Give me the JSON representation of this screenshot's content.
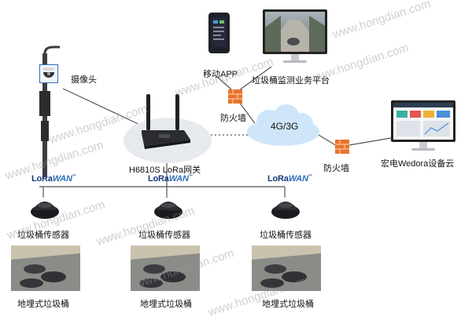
{
  "labels": {
    "camera": "摄像头",
    "mobile_app": "移动APP",
    "platform": "垃圾桶监测业务平台",
    "firewall_1": "防火墙",
    "firewall_2": "防火墙",
    "cloud": "4G/3G",
    "gateway": "H6810S LoRa网关",
    "wedora": "宏电Wedora设备云",
    "sensor_1": "垃圾桶传感器",
    "sensor_2": "垃圾桶传感器",
    "sensor_3": "垃圾桶传感器",
    "bin_1": "地埋式垃圾桶",
    "bin_2": "地埋式垃圾桶",
    "bin_3": "地埋式垃圾桶"
  },
  "lorawan": {
    "lora": "LoRa",
    "wan": "WAN"
  },
  "watermarks": [
    "www.hongdian.com",
    "www.hongdian.com",
    "www.hongdian.com",
    "www.hongdian.com",
    "www.hongdian.com",
    "www.hongdian.com",
    "www.hongdian.com",
    "www.hongdian.com",
    "www.hongdian.com"
  ],
  "colors": {
    "cloud": "#cfe6fa",
    "gateway_ellipse": "#e6e9ee",
    "firewall": "#e8742a",
    "lorawan_blue": "#1b3a7a",
    "line": "#555555"
  },
  "icons": {
    "camera": "dome-camera-icon",
    "pole": "street-pole-icon",
    "router": "router-icon",
    "phone": "smartphone-icon",
    "monitor": "monitor-icon",
    "firewall": "firewall-icon",
    "cloud": "cloud-icon",
    "sensor": "sensor-icon"
  }
}
